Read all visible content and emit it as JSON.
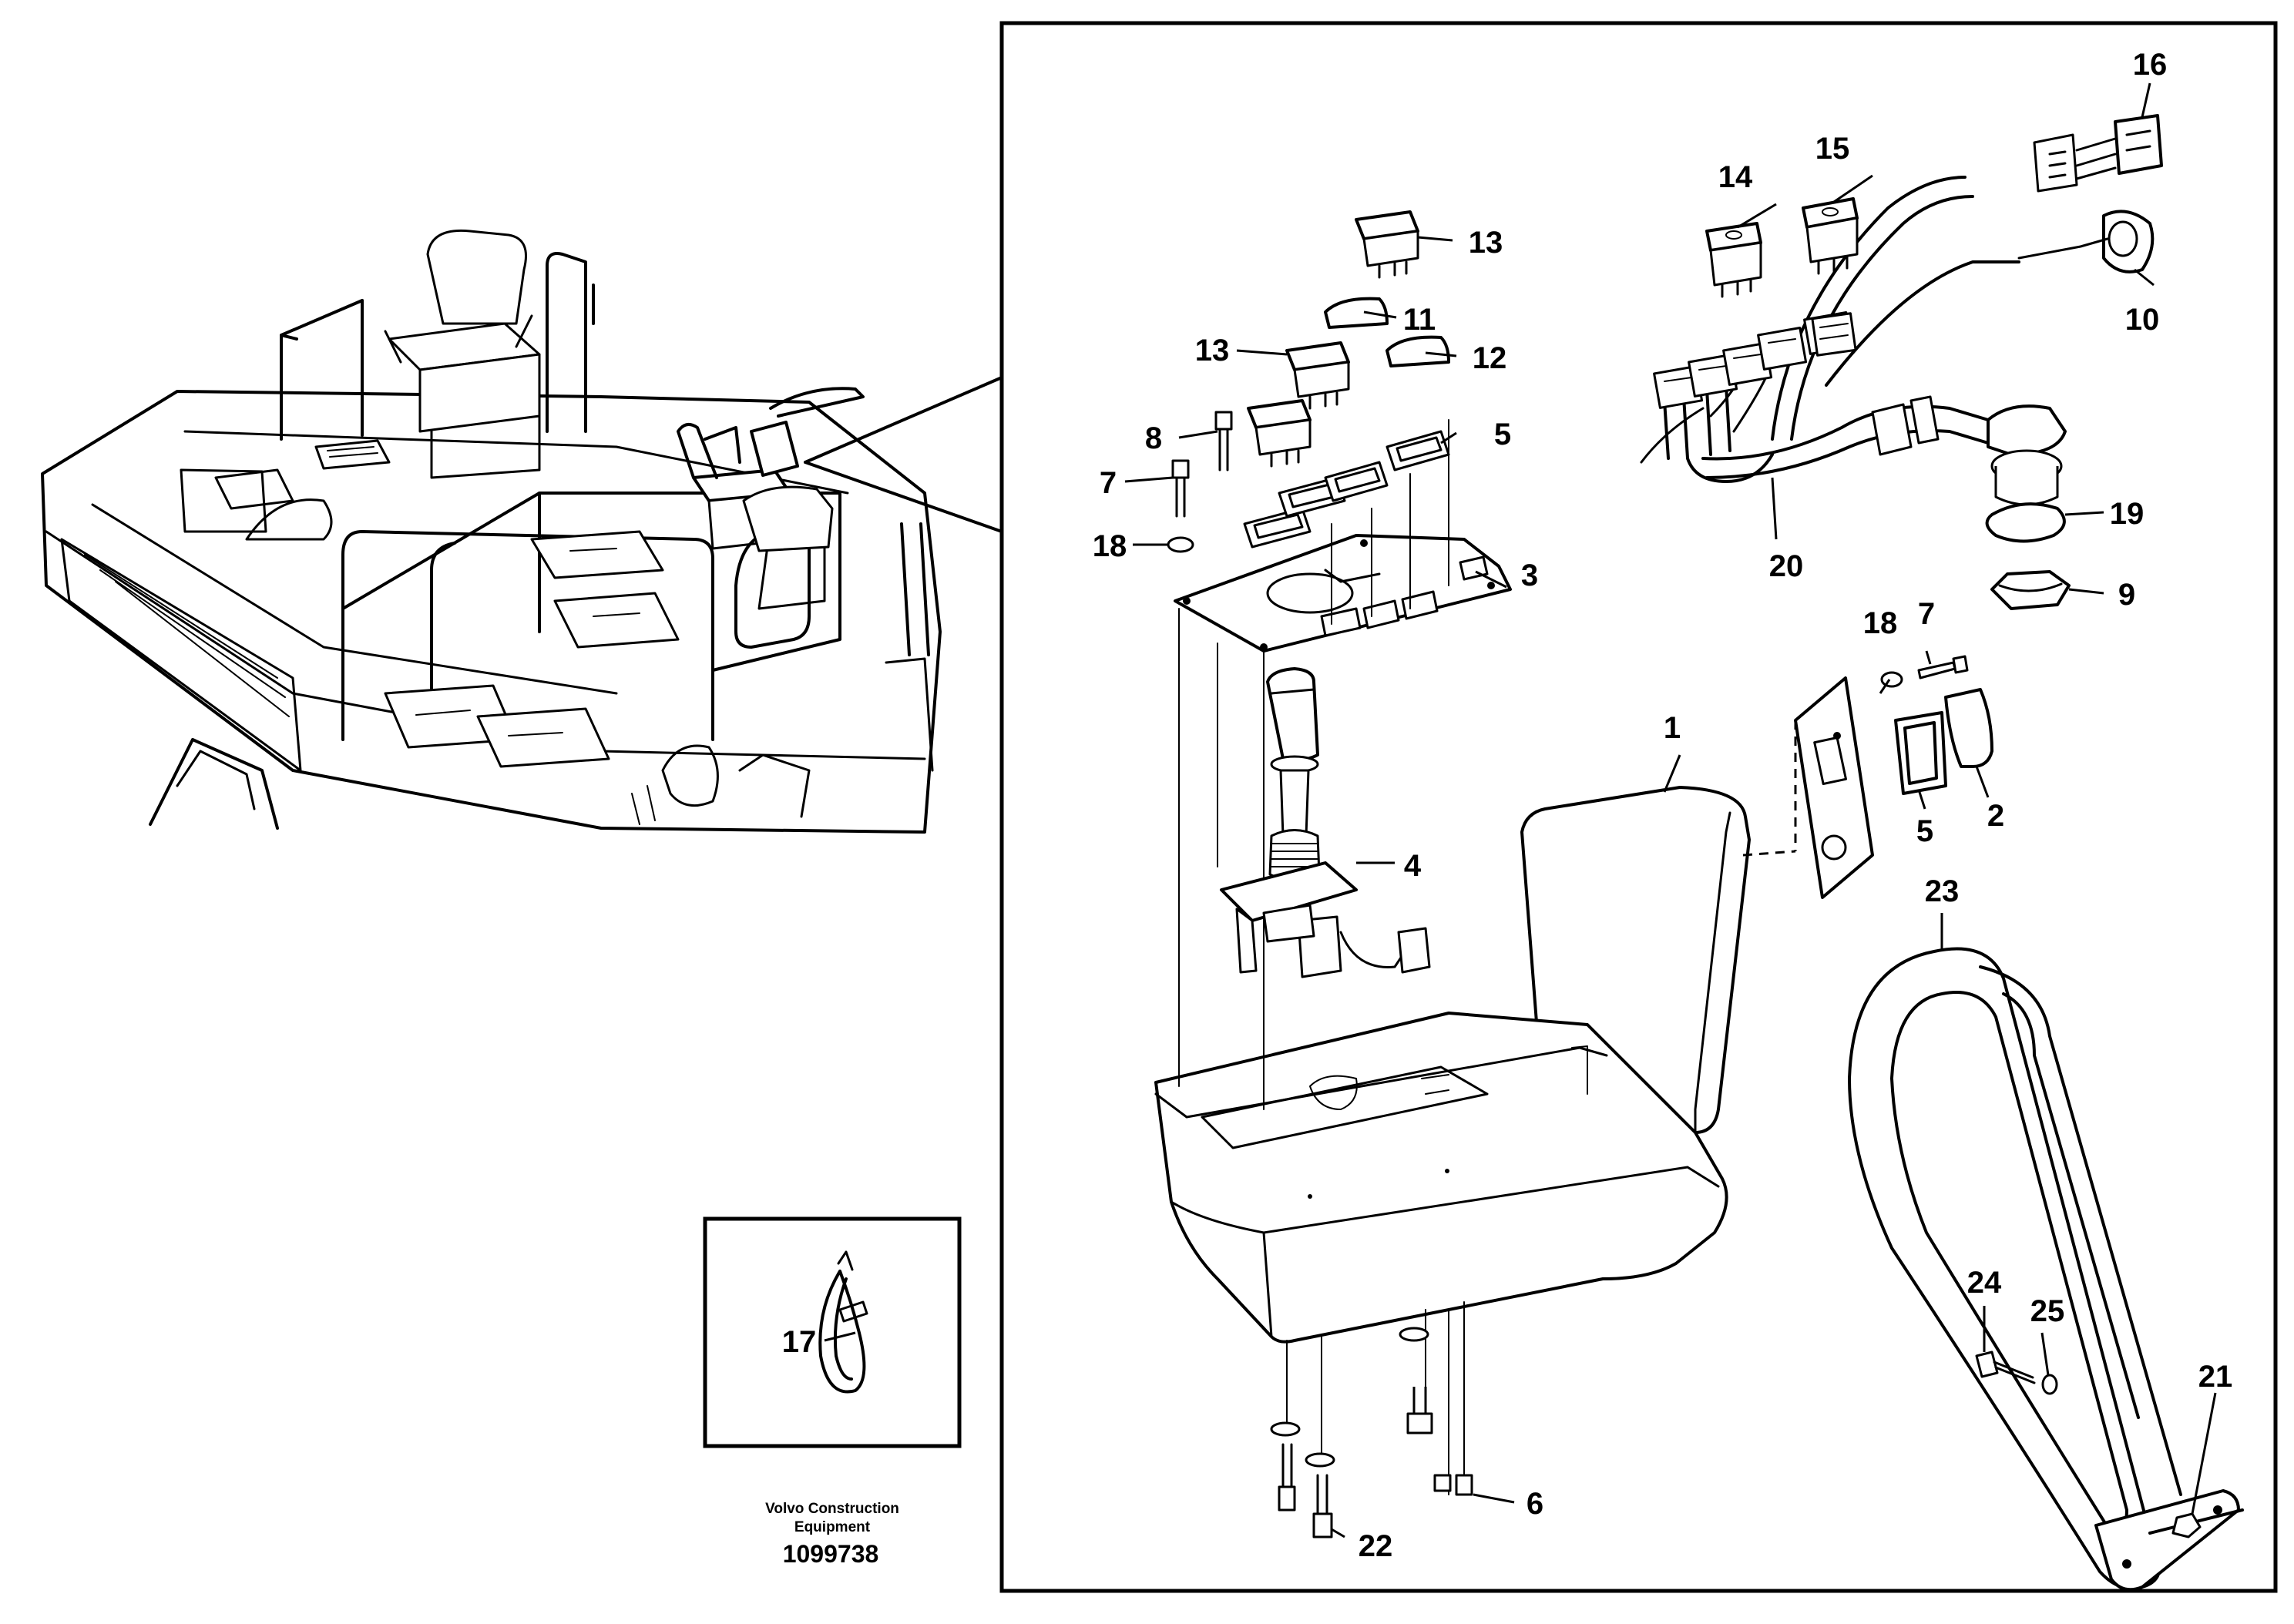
{
  "credit": {
    "line1": "Volvo Construction",
    "line2": "Equipment",
    "doc_number": "1099738"
  },
  "callouts": {
    "c1": "1",
    "c2": "2",
    "c3": "3",
    "c4": "4",
    "c5a": "5",
    "c5b": "5",
    "c6": "6",
    "c7a": "7",
    "c7b": "7",
    "c8": "8",
    "c9": "9",
    "c10": "10",
    "c11": "11",
    "c12": "12",
    "c13a": "13",
    "c13b": "13",
    "c14": "14",
    "c15": "15",
    "c16": "16",
    "c17": "17",
    "c18a": "18",
    "c18b": "18",
    "c19": "19",
    "c20": "20",
    "c21": "21",
    "c22": "22",
    "c23": "23",
    "c24": "24",
    "c25": "25"
  }
}
